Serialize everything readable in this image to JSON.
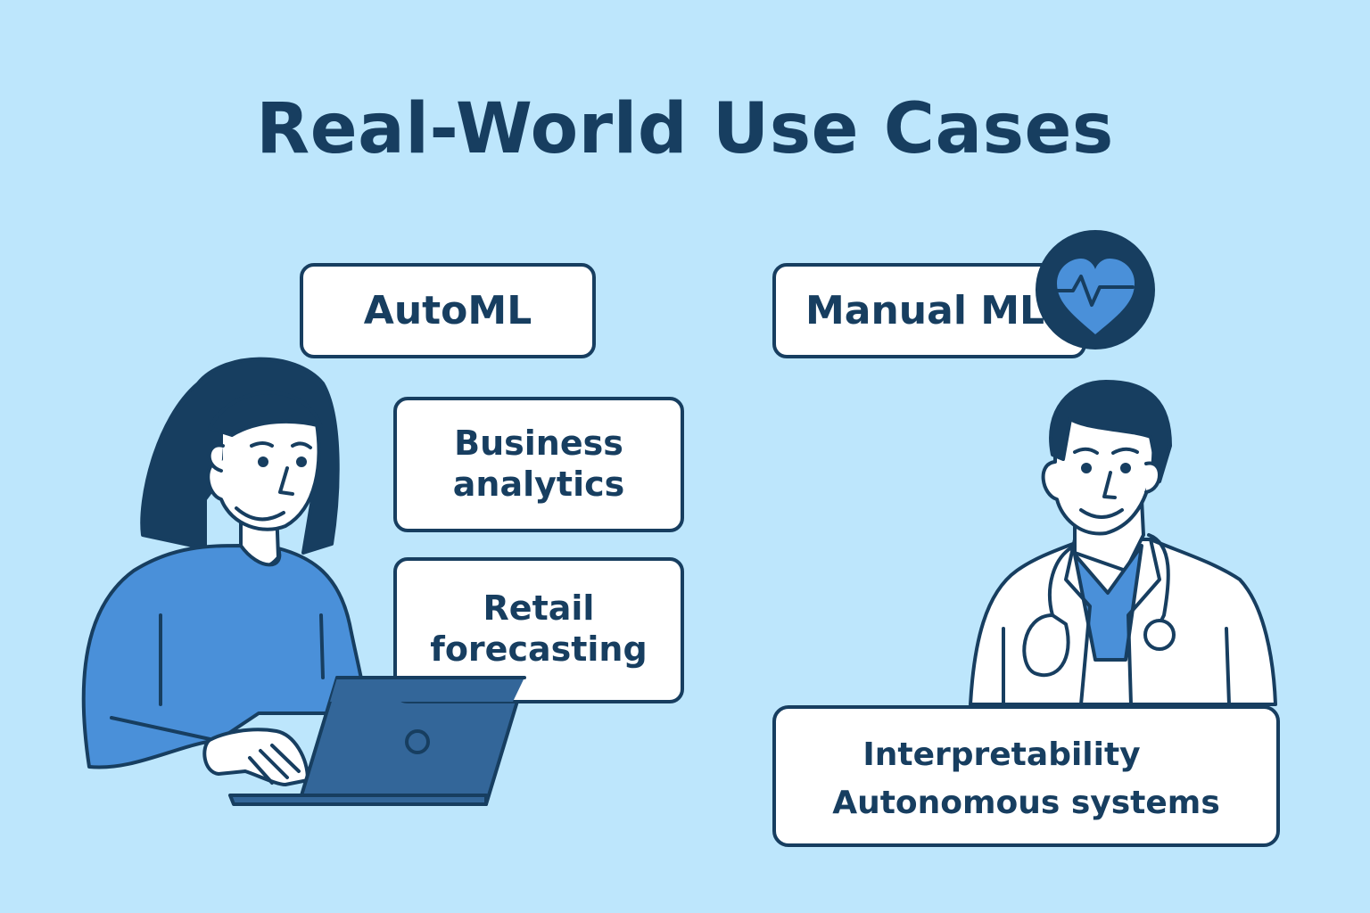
{
  "title": "Real-World Use Cases",
  "automl": {
    "heading": "AutoML",
    "cases": [
      {
        "line1": "Business",
        "line2": "analytics"
      },
      {
        "line1": "Retail",
        "line2": "forecasting"
      }
    ]
  },
  "manual": {
    "heading": "Manual ML",
    "cases": [
      "Interpretability",
      "Autonomous systems"
    ],
    "badge_icon": "heart-pulse-icon"
  },
  "colors": {
    "background": "#bde6fc",
    "navy": "#173e60",
    "blue": "#4a90d9",
    "laptop": "#336699",
    "skin": "#ffffff"
  }
}
